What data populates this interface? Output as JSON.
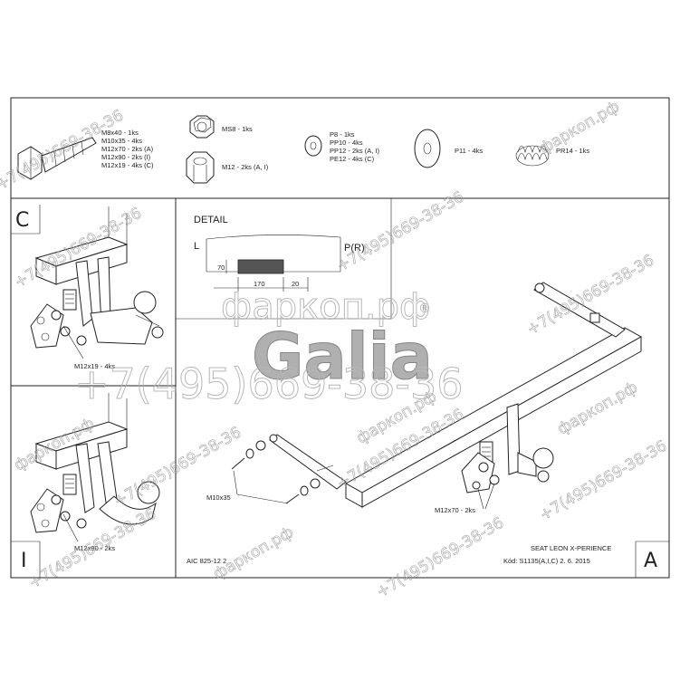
{
  "parts": {
    "bolt_lines": [
      "M8x40 - 1ks",
      "M10x35 - 4ks",
      "M12x70 - 2ks (A)",
      "M12x90 - 2ks (I)",
      "M12x19 - 4ks (C)"
    ],
    "nut_ms8": "MS8 - 1ks",
    "nut_m12": "M12 - 2ks (A, I)",
    "washer_lines": [
      "P8 - 1ks",
      "PP10 - 4ks",
      "PP12 - 2ks (A, I)",
      "PE12 - 4ks (C)"
    ],
    "washer_p11": "P11 - 4ks",
    "spring_pr14": "PR14 - 1ks"
  },
  "panels": {
    "c_letter": "C",
    "i_letter": "I",
    "a_letter": "A",
    "c_bolt_label": "M12x19 - 4ks",
    "i_bolt_label": "M12x90 - 2ks",
    "a_bolt_label": "M12x70 - 2ks",
    "a_m10_label": "M10x35"
  },
  "detail": {
    "title": "DETAIL",
    "left_label": "L",
    "right_label": "P(R)",
    "dim_height": "70",
    "dim_left": "170",
    "dim_right": "20"
  },
  "footer": {
    "code": "AIC 825-12 2",
    "model": "SEAT LEON X-PERIENCE",
    "kod": "Kód: S1135(A,I,C)  2. 6. 2015"
  },
  "watermarks": {
    "site": "фаркоп.рф",
    "phone": "+7(495)669-38-36",
    "brand": "Galia",
    "registered": "®"
  }
}
